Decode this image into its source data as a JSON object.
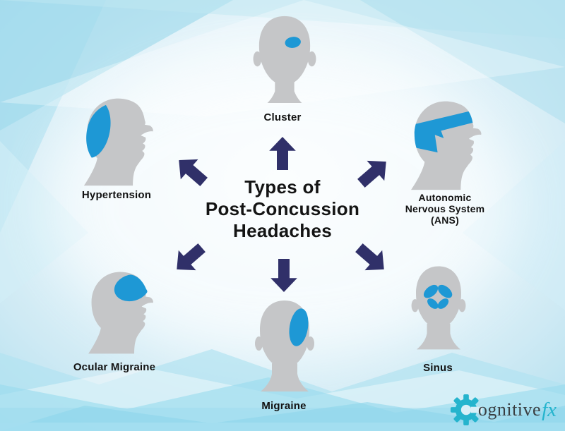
{
  "title": {
    "line1": "Types of",
    "line2": "Post-Concussion",
    "line3": "Headaches"
  },
  "types": {
    "cluster": {
      "label": "Cluster"
    },
    "ans": {
      "line1": "Autonomic",
      "line2": "Nervous System",
      "line3": "(ANS)"
    },
    "hypertension": {
      "label": "Hypertension"
    },
    "ocular": {
      "label": "Ocular Migraine"
    },
    "migraine": {
      "label": "Migraine"
    },
    "sinus": {
      "label": "Sinus"
    }
  },
  "logo": {
    "text": "ognitive",
    "suffix": "fx",
    "icon": "gear-c-icon"
  },
  "icons": [
    "arrow-up-icon",
    "arrow-up-left-icon",
    "arrow-up-right-icon",
    "arrow-down-icon",
    "arrow-down-left-icon",
    "arrow-down-right-icon",
    "gear-c-icon"
  ],
  "colors": {
    "highlight_blue": "#1e98d5",
    "head_gray": "#c5c6c8",
    "arrow_navy": "#303069",
    "logo_teal": "#25b4cd",
    "label_text": "#121212",
    "background_light": "#d9f0f8"
  }
}
